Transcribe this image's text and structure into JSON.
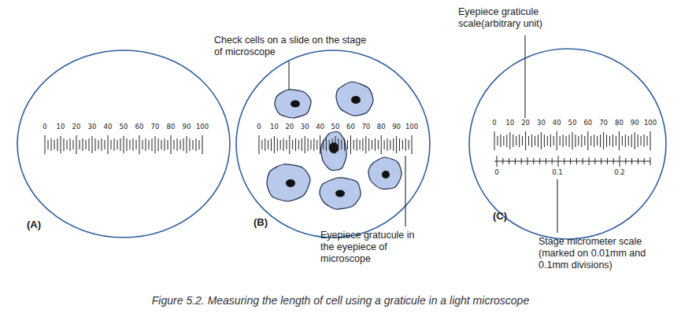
{
  "diagram": {
    "caption": "Figure 5.2. Measuring the length of cell using a graticule in a light microscope",
    "labels": [
      "Eyepiece graticule scale(arbitrary unit)",
      "Check cells on a slide on the stage of microscope",
      "0",
      "10",
      "20",
      "30",
      "40",
      "50",
      "60",
      "70",
      "80",
      "90",
      "100",
      "0",
      "10",
      "20",
      "30",
      "40",
      "50",
      "60",
      "70",
      "80",
      "90",
      "100",
      "0",
      "10",
      "20",
      "30",
      "40",
      "50",
      "60",
      "70",
      "80",
      "90",
      "100",
      "0",
      "0.1",
      "0.2",
      "(A)",
      "(B)",
      "(C)",
      "Eyepiece gratucule in the eyepiece of microscope",
      "Stage micrometer scale (marked on 0.01mm and 0.1mm divisions)"
    ]
  }
}
